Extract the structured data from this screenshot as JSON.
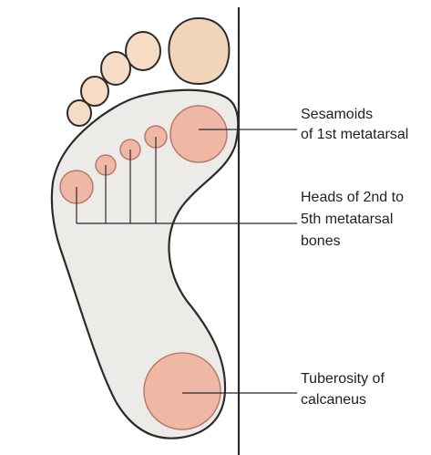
{
  "labels": {
    "sesamoids": {
      "line1": "Sesamoids",
      "line2": "of 1st metatarsal"
    },
    "metatarsal_heads": {
      "line1": "Heads of 2nd to",
      "line2": "5th metatarsal",
      "line3": "bones"
    },
    "calcaneus": {
      "line1": "Tuberosity of",
      "line2": "calcaneus"
    }
  },
  "colors": {
    "sole_fill": "#ecebe7",
    "outline": "#2b2b2b",
    "toe_fill": "#f6dcc4",
    "big_toe_fill": "#f2d4ba",
    "pressure_fill": "#eeb8a4",
    "pressure_stroke": "#b97a6a",
    "text": "#222222"
  }
}
